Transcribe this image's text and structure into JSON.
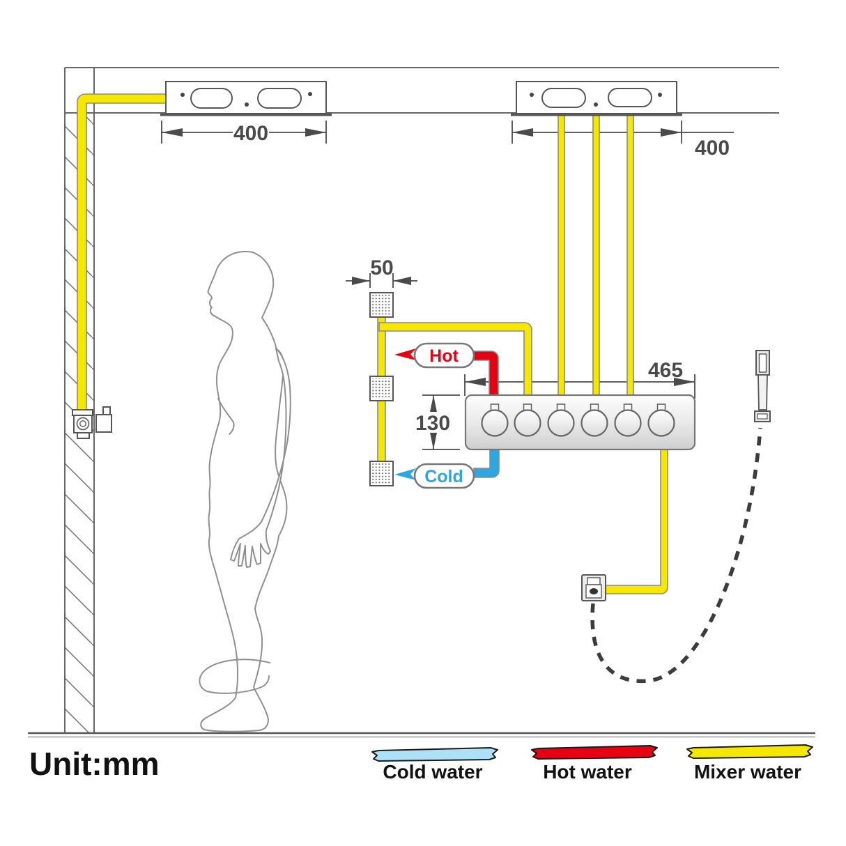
{
  "unit": {
    "label": "Unit:mm"
  },
  "colors": {
    "mixer_pipe": "#F6E700",
    "hot_pipe": "#E60012",
    "cold_pipe": "#2EA7E0",
    "cold_legend": "#AEE1F7",
    "outline_gray": "#777777",
    "dimension_gray": "#4a4a4a"
  },
  "dimensions": {
    "left_shower_width": "400",
    "right_shower_width": "400",
    "body_jet_width": "50",
    "valve_width": "465",
    "valve_height": "130"
  },
  "flow_labels": {
    "hot": "Hot",
    "cold": "Cold"
  },
  "legend": {
    "items": [
      {
        "label": "Cold water",
        "color": "#AEE1F7"
      },
      {
        "label": "Hot water",
        "color": "#E60012"
      },
      {
        "label": "Mixer water",
        "color": "#F6E700"
      }
    ]
  }
}
